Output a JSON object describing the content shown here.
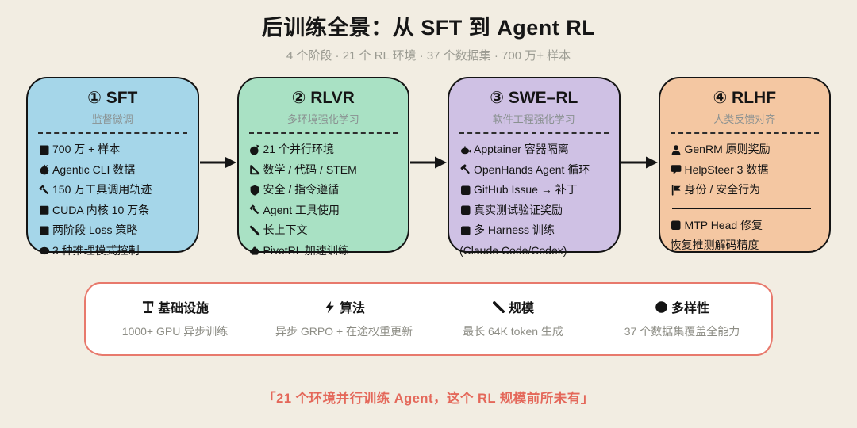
{
  "header": {
    "title": "后训练全景：从 SFT 到 Agent RL",
    "subtitle": "4 个阶段 · 21 个 RL 环境 · 37 个数据集 · 700 万+ 样本"
  },
  "stages": [
    {
      "label": "① SFT",
      "subtitle": "监督微调",
      "color": "#a5d6e9",
      "items": [
        {
          "icon": "bar-chart-icon",
          "text": "700 万 + 样本"
        },
        {
          "icon": "robot-icon",
          "text": "Agentic CLI 数据"
        },
        {
          "icon": "wrench-icon",
          "text": "150 万工具调用轨迹"
        },
        {
          "icon": "chip-icon",
          "text": "CUDA 内核 10 万条"
        },
        {
          "icon": "layers-icon",
          "text": "两阶段 Loss 策略"
        },
        {
          "icon": "brain-icon",
          "text": "3 种推理模式控制"
        }
      ]
    },
    {
      "label": "② RLVR",
      "subtitle": "多环境强化学习",
      "color": "#a9e1c4",
      "items": [
        {
          "icon": "target-icon",
          "text": "21 个并行环境"
        },
        {
          "icon": "triangle-ruler-icon",
          "text": "数学 / 代码 / STEM"
        },
        {
          "icon": "shield-icon",
          "text": "安全 / 指令遵循"
        },
        {
          "icon": "wrench-icon",
          "text": "Agent 工具使用"
        },
        {
          "icon": "ruler-icon",
          "text": "长上下文"
        },
        {
          "icon": "puzzle-icon",
          "text": "PivotRL 加速训练"
        }
      ]
    },
    {
      "label": "③ SWE–RL",
      "subtitle": "软件工程强化学习",
      "color": "#cfc1e4",
      "items": [
        {
          "icon": "whale-icon",
          "text": "Apptainer 容器隔离"
        },
        {
          "icon": "hammer-icon",
          "text": "OpenHands Agent 循环"
        },
        {
          "icon": "square-icon",
          "text": "GitHub Issue → 补丁"
        },
        {
          "icon": "square-icon",
          "text": "真实测试验证奖励"
        },
        {
          "icon": "square-icon",
          "text": "多 Harness 训练"
        },
        {
          "icon": "none",
          "text": "(Claude Code/Codex)"
        }
      ]
    },
    {
      "label": "④ RLHF",
      "subtitle": "人类反馈对齐",
      "color": "#f4c7a2",
      "items": [
        {
          "icon": "person-icon",
          "text": "GenRM 原则奖励"
        },
        {
          "icon": "speech-bubble-icon",
          "text": "HelpSteer 3 数据"
        },
        {
          "icon": "flag-icon",
          "text": "身份 / 安全行为"
        },
        {
          "icon": "square-icon",
          "text": "MTP Head 修复"
        },
        {
          "icon": "none",
          "text": "恢复推测解码精度"
        }
      ]
    }
  ],
  "footer_panel": {
    "border_color": "#e8796c",
    "items": [
      {
        "icon": "crane-icon",
        "title": "基础设施",
        "subtitle": "1000+ GPU 异步训练"
      },
      {
        "icon": "lightning-icon",
        "title": "算法",
        "subtitle": "异步 GRPO + 在途权重更新"
      },
      {
        "icon": "ruler-icon",
        "title": "规模",
        "subtitle": "最长 64K token 生成"
      },
      {
        "icon": "globe-icon",
        "title": "多样性",
        "subtitle": "37 个数据集覆盖全能力"
      }
    ]
  },
  "quote": {
    "text": "「21 个环境并行训练 Agent，这个 RL 规模前所未有」",
    "color": "#e4685a"
  }
}
